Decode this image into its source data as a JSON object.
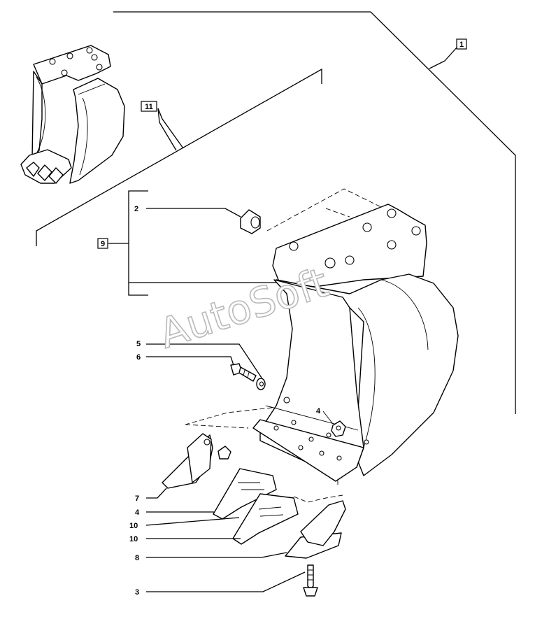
{
  "watermark": "AutoSoft",
  "callouts": {
    "c1": "1",
    "c11": "11",
    "c9": "9",
    "c2": "2",
    "c5": "5",
    "c6": "6",
    "c4a": "4",
    "c7": "7",
    "c4b": "4",
    "c10a": "10",
    "c10b": "10",
    "c8": "8",
    "c3": "3"
  }
}
